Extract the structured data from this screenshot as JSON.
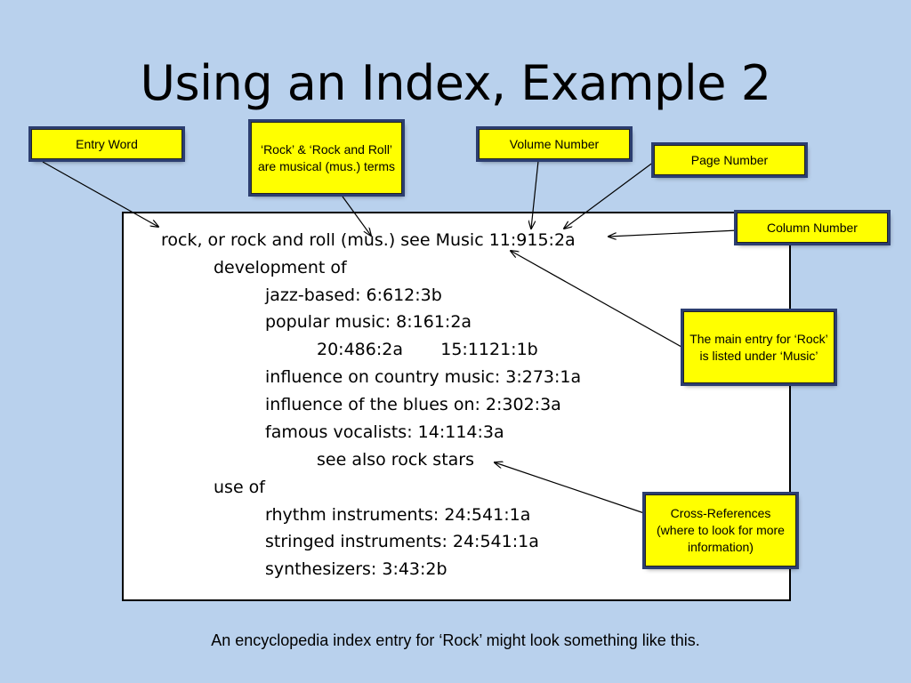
{
  "slide": {
    "title": "Using an Index, Example 2",
    "caption": "An encyclopedia index entry for ‘Rock’ might look something like this."
  },
  "index_entry": {
    "lines": [
      "rock, or rock and roll (mus.) see Music 11:915:2a",
      "development of",
      "jazz-based: 6:612:3b",
      "popular music: 8:161:2a",
      "20:486:2a       15:1121:1b",
      "influence on country music: 3:273:1a",
      "influence of the blues on: 2:302:3a",
      "famous vocalists: 14:114:3a",
      "see also rock stars",
      "use of",
      "rhythm instruments: 24:541:1a",
      "stringed instruments: 24:541:1a",
      "synthesizers: 3:43:2b"
    ]
  },
  "callouts": {
    "entry_word": "Entry Word",
    "rock_terms": "‘Rock’ & ‘Rock and Roll’ are musical (mus.) terms",
    "volume_number": "Volume Number",
    "page_number": "Page Number",
    "column_number": "Column Number",
    "main_entry": "The main entry for ‘Rock’ is listed under ‘Music’",
    "cross_references": "Cross-References (where to look for more information)"
  },
  "colors": {
    "background": "#b9d1ed",
    "callout_fill": "#ffff00",
    "callout_border": "#2c3e70"
  }
}
